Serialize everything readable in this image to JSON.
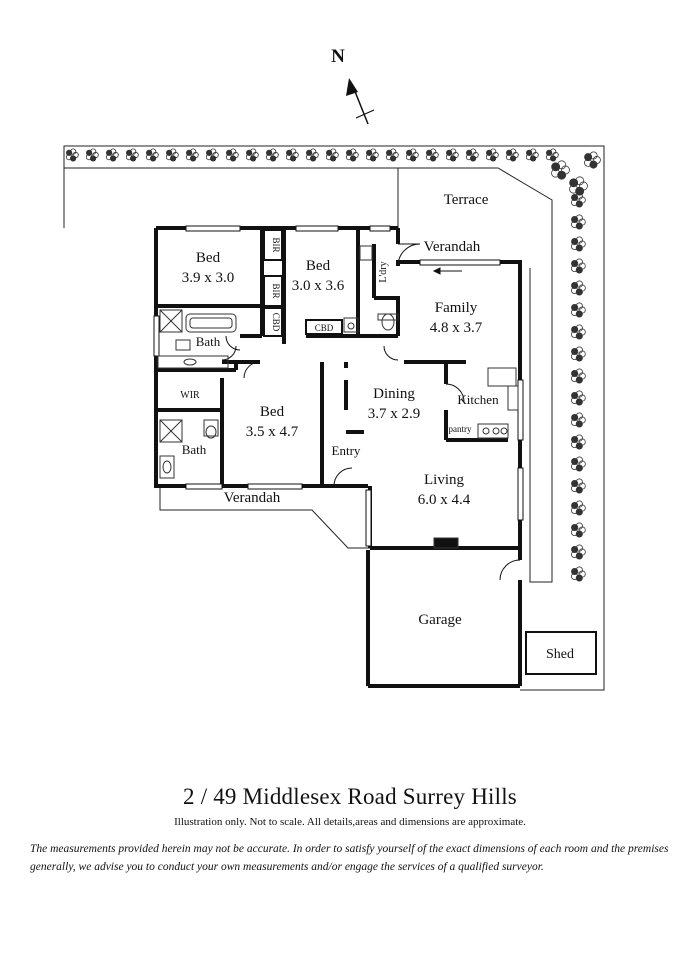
{
  "compass": {
    "label": "N",
    "icon": "north-arrow-icon"
  },
  "rooms": {
    "bed1": {
      "name": "Bed",
      "dims": "3.9 x 3.0"
    },
    "bed2": {
      "name": "Bed",
      "dims": "3.0 x 3.6"
    },
    "bed3": {
      "name": "Bed",
      "dims": "3.5 x 4.7"
    },
    "family": {
      "name": "Family",
      "dims": "4.8 x 3.7"
    },
    "dining": {
      "name": "Dining",
      "dims": "3.7 x 2.9"
    },
    "living": {
      "name": "Living",
      "dims": "6.0 x 4.4"
    },
    "kitchen": "Kitchen",
    "pantry": "pantry",
    "bath1": "Bath",
    "bath2": "Bath",
    "wir": "WIR",
    "bir1": "BIR",
    "bir2": "BIR",
    "cbd1": "CBD",
    "cbd2": "CBD",
    "laundry": "L'dry",
    "entry": "Entry",
    "terrace": "Terrace",
    "verandah_top": "Verandah",
    "verandah_bottom": "Verandah",
    "garage": "Garage",
    "shed": "Shed"
  },
  "address": "2 / 49 Middlesex Road Surrey Hills",
  "illustration_note": "Illustration only. Not to scale. All details,areas and dimensions are approximate.",
  "disclaimer": "The measurements provided herein may not be accurate. In order to satisfy yourself of the exact dimensions of each room and the premises generally, we advise you to conduct your own measurements and/or engage the services of a qualified surveyor."
}
